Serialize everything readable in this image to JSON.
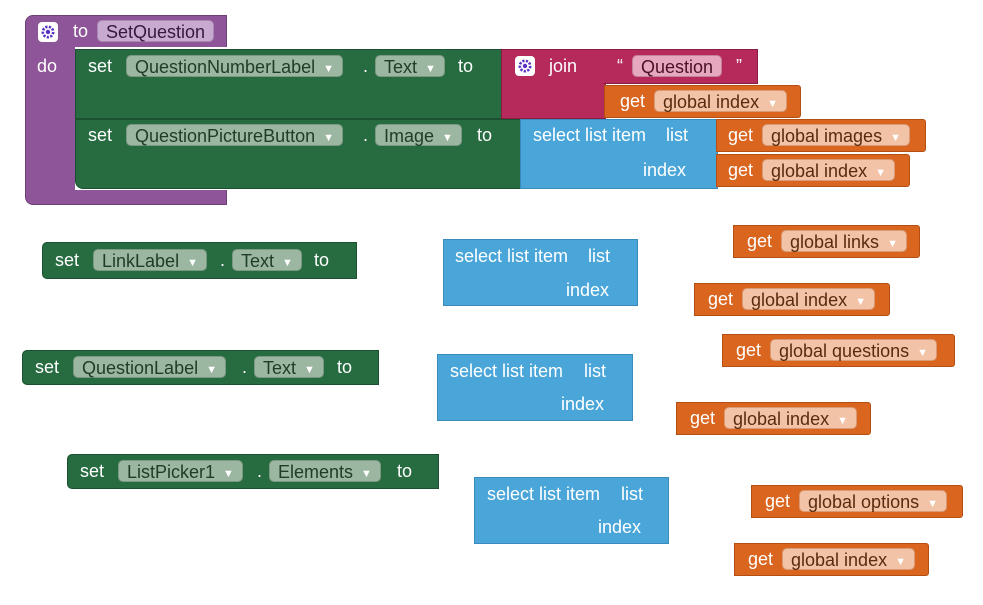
{
  "procedure": {
    "to_keyword": "to",
    "name": "SetQuestion",
    "do_keyword": "do",
    "icon": "gear-icon"
  },
  "keywords": {
    "set": "set",
    "to": "to",
    "dot": ".",
    "get": "get",
    "join": "join",
    "select_list_item": "select list item",
    "list": "list",
    "index": "index",
    "quote_open": "“",
    "quote_close": "”",
    "caret": "▼"
  },
  "blocks": {
    "set_question_number": {
      "component": "QuestionNumberLabel",
      "property": "Text"
    },
    "join_text": "Question",
    "join_get": "global index",
    "set_question_picture": {
      "component": "QuestionPictureButton",
      "property": "Image"
    },
    "pic_list_get": "global images",
    "pic_index_get": "global index",
    "set_link_label": {
      "component": "LinkLabel",
      "property": "Text"
    },
    "links_get": "global links",
    "links_index_get": "global index",
    "set_question_label": {
      "component": "QuestionLabel",
      "property": "Text"
    },
    "questions_get": "global questions",
    "questions_index_get": "global index",
    "set_list_picker": {
      "component": "ListPicker1",
      "property": "Elements"
    },
    "options_get": "global options",
    "options_index_get": "global index"
  },
  "colors": {
    "procedure": "#8e5598",
    "setter": "#276b41",
    "text_join": "#b5295b",
    "list": "#4aa6d9",
    "variable_get": "#d9651f"
  }
}
